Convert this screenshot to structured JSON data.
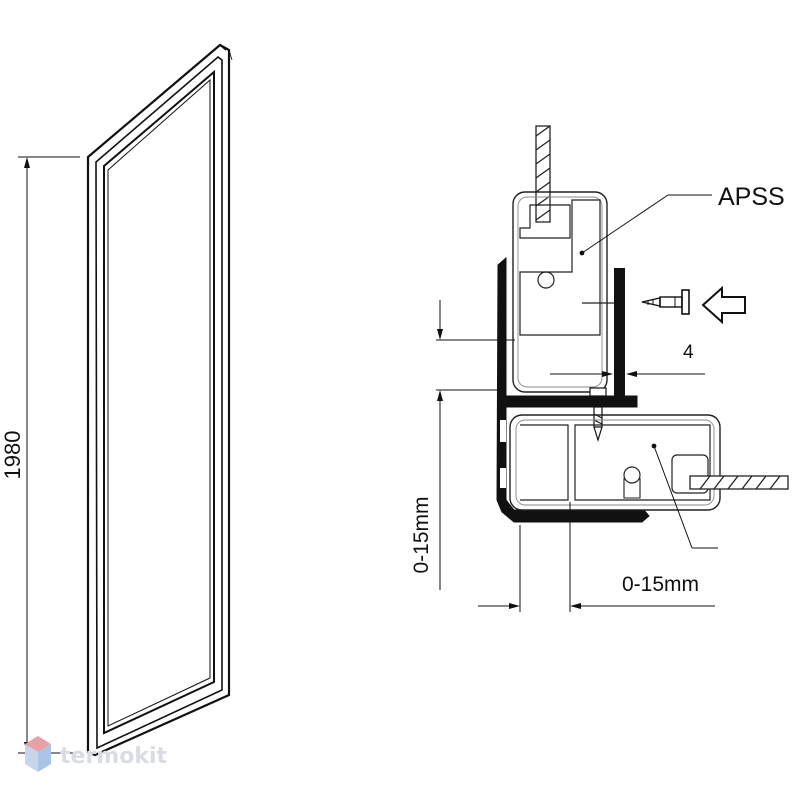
{
  "panel": {
    "height_label": "1980"
  },
  "detail": {
    "profile_label": "APSS",
    "screw_label": "4",
    "gap_vertical_label": "0-15mm",
    "gap_horizontal_label": "0-15mm"
  },
  "watermark": {
    "text": "termokit"
  },
  "colors": {
    "line": "#111111",
    "watermark": "#d9dde3",
    "watermark_logo_top": "#e8a0a8",
    "watermark_logo_side": "#a9c4e6"
  },
  "icons": [
    "screw-icon",
    "arrow-right-icon",
    "termokit-logo-icon"
  ]
}
